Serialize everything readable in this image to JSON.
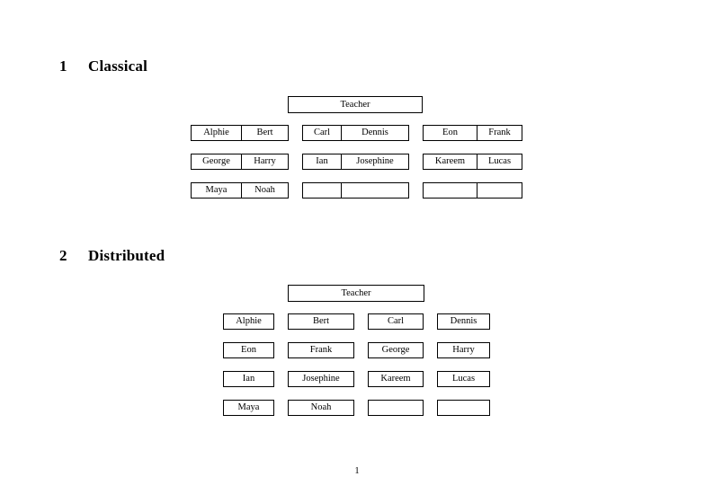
{
  "document": {
    "page_number": "1",
    "background_color": "#ffffff",
    "text_color": "#000000",
    "border_color": "#000000"
  },
  "sections": [
    {
      "number": "1",
      "title": "Classical",
      "teacher_label": "Teacher",
      "layout": "joined-pairs",
      "groups": [
        {
          "rows": [
            {
              "left": "Alphie",
              "right": "Bert"
            },
            {
              "left": "George",
              "right": "Harry"
            },
            {
              "left": "Maya",
              "right": "Noah"
            }
          ]
        },
        {
          "rows": [
            {
              "left": "Carl",
              "right": "Dennis"
            },
            {
              "left": "Ian",
              "right": "Josephine"
            },
            {
              "left": "",
              "right": ""
            }
          ]
        },
        {
          "rows": [
            {
              "left": "Eon",
              "right": "Frank"
            },
            {
              "left": "Kareem",
              "right": "Lucas"
            },
            {
              "left": "",
              "right": ""
            }
          ]
        }
      ]
    },
    {
      "number": "2",
      "title": "Distributed",
      "teacher_label": "Teacher",
      "layout": "separate-boxes",
      "rows": [
        [
          "Alphie",
          "Bert",
          "Carl",
          "Dennis"
        ],
        [
          "Eon",
          "Frank",
          "George",
          "Harry"
        ],
        [
          "Ian",
          "Josephine",
          "Kareem",
          "Lucas"
        ],
        [
          "Maya",
          "Noah",
          "",
          ""
        ]
      ]
    }
  ]
}
